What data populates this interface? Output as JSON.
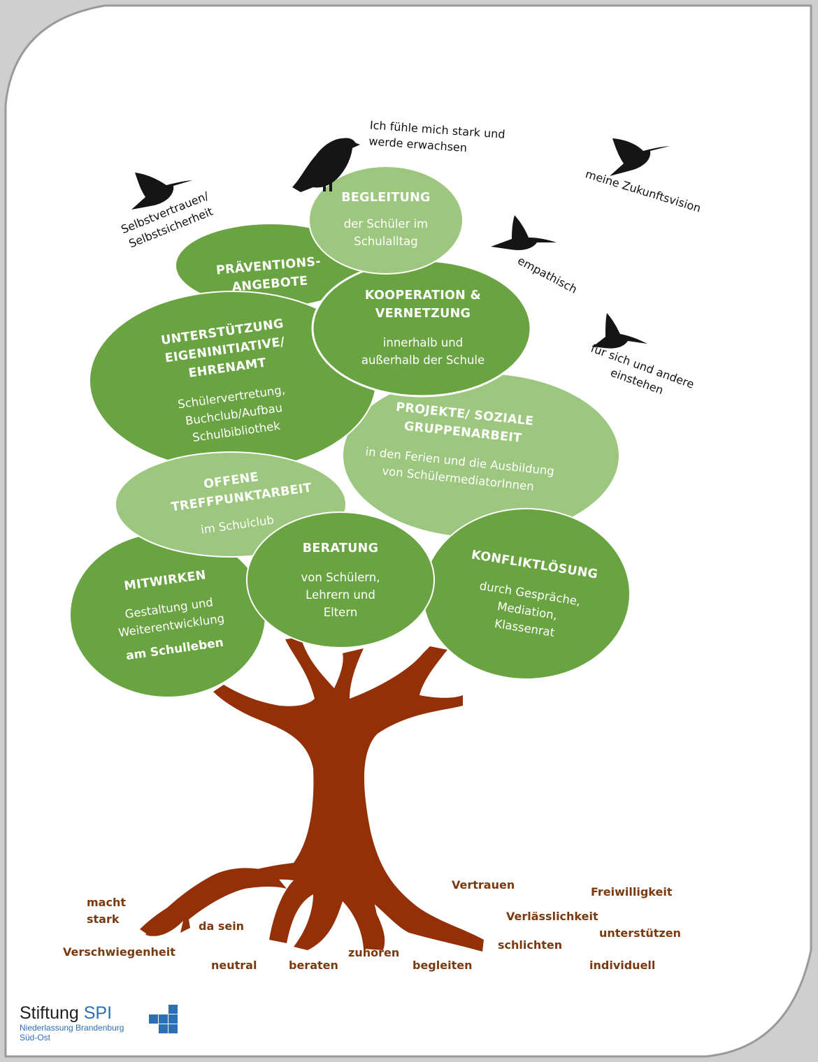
{
  "colors": {
    "dark_green": "#6aa342",
    "light_green": "#9dc67e",
    "trunk_brown": "#943007",
    "word_brown": "#7a3a10",
    "logo_blue": "#2c6fb5"
  },
  "blobs": {
    "begleitung": {
      "title": "BEGLEITUNG",
      "text": "der Schüler im Schulalltag"
    },
    "praevention": {
      "title": "PRÄVENTIONS-ANGEBOTE"
    },
    "kooperation": {
      "title": "KOOPERATION & VERNETZUNG",
      "text": "innerhalb und außerhalb der Schule"
    },
    "unterstuetzung": {
      "title": "UNTERSTÜTZUNG EIGENINITIATIVE/ EHRENAMT",
      "text": "Schülervertretung, Buchclub/Aufbau Schulbibliothek"
    },
    "projekte": {
      "title": "PROJEKTE/ SOZIALE GRUPPENARBEIT",
      "text": "in den Ferien und die Ausbildung von SchülermediatorInnen"
    },
    "treffpunkt": {
      "title": "OFFENE TREFFPUNKTARBEIT",
      "text": "im Schulclub"
    },
    "mitwirken": {
      "title": "MITWIRKEN",
      "text": "Gestaltung und Weiterentwicklung",
      "text2": "am Schulleben"
    },
    "beratung": {
      "title": "BERATUNG",
      "text": "von Schülern, Lehrern und Eltern"
    },
    "konflikt": {
      "title": "KONFLIKTLÖSUNG",
      "text": "durch Gespräche, Mediation, Klassenrat"
    }
  },
  "birds": {
    "stark": {
      "icon": "perched-bird-icon",
      "text": "Ich fühle mich stark und werde erwachsen"
    },
    "selbstvertrauen": {
      "icon": "hummingbird-icon",
      "text": "Selbstvertrauen/ Selbstsicherheit"
    },
    "vision": {
      "icon": "hummingbird-icon",
      "text": "meine Zukunftsvision"
    },
    "empathisch": {
      "icon": "hummingbird-icon",
      "text": "empathisch"
    },
    "einstehen": {
      "icon": "hummingbird-icon",
      "text": "für sich und andere einstehen"
    }
  },
  "root_words": {
    "macht_stark": "macht stark",
    "da_sein": "da sein",
    "verschwiegenheit": "Verschwiegenheit",
    "neutral": "neutral",
    "beraten": "beraten",
    "zuhoeren": "zuhören",
    "begleiten": "begleiten",
    "vertrauen": "Vertrauen",
    "verlaesslichkeit": "Verlässlichkeit",
    "schlichten": "schlichten",
    "freiwilligkeit": "Freiwilligkeit",
    "unterstuetzen": "unterstützen",
    "individuell": "individuell"
  },
  "logo": {
    "name": "Stiftung",
    "accent": "SPI",
    "line1": "Niederlassung Brandenburg",
    "line2": "Süd-Ost"
  }
}
